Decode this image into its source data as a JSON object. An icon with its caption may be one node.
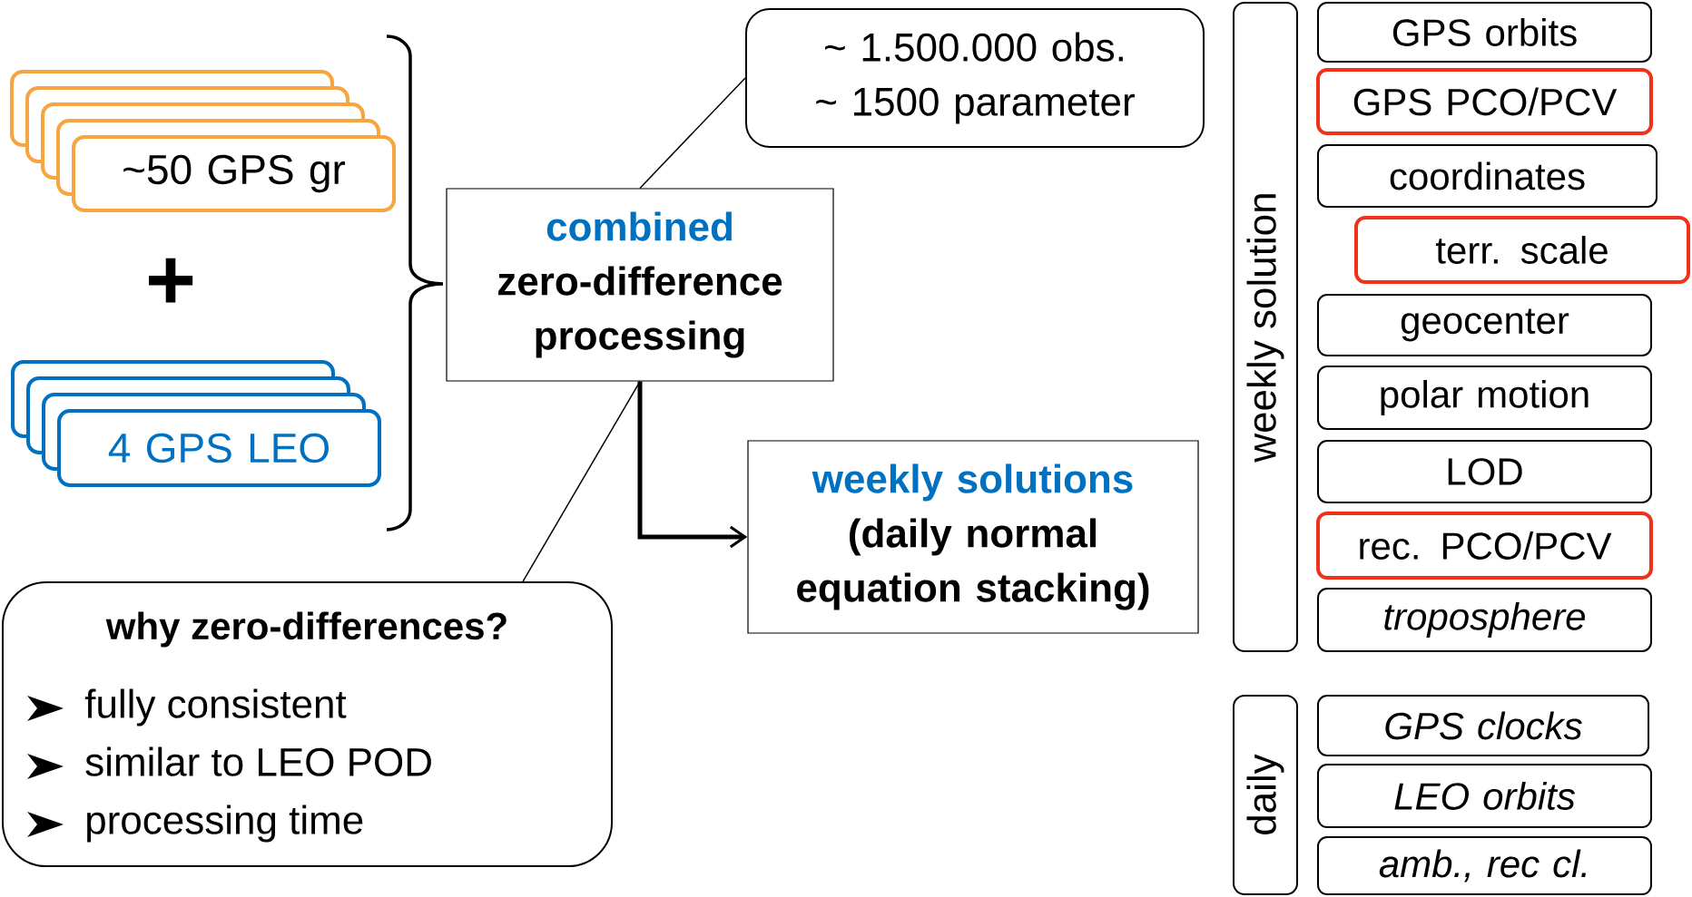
{
  "diagram": {
    "nodes": [
      {
        "text": [
          "~50 GPS gr"
        ]
      },
      {
        "text": [
          "4 GPS LEO"
        ]
      },
      {
        "text": [
          "combined",
          "zero-difference processing"
        ]
      },
      {
        "text": [
          "~ 1.500.000 obs.",
          "~ 1500 parameter"
        ]
      },
      {
        "text": [
          "weekly solutions",
          "(daily normal equation stacking)"
        ]
      },
      {
        "text": [
          "why zero-differences?",
          "fully consistent",
          "similar to LEO POD",
          "processing time"
        ]
      },
      {
        "text": [
          "weekly solution"
        ]
      },
      {
        "text": [
          "GPS orbits"
        ]
      },
      {
        "text": [
          "GPS PCO/PCV"
        ]
      },
      {
        "text": [
          "coordinates"
        ]
      },
      {
        "text": [
          "terr. scale"
        ]
      },
      {
        "text": [
          "geocenter"
        ]
      },
      {
        "text": [
          "polar motion"
        ]
      },
      {
        "text": [
          "LOD"
        ]
      },
      {
        "text": [
          "rec. PCO/PCV"
        ]
      },
      {
        "text": [
          "troposphere"
        ]
      },
      {
        "text": [
          "daily"
        ]
      },
      {
        "text": [
          "GPS clocks"
        ]
      },
      {
        "text": [
          "LEO orbits"
        ]
      },
      {
        "text": [
          "amb., rec cl."
        ]
      }
    ],
    "edges": [
      {
        "from": 2,
        "to": 3,
        "arrow": "none"
      },
      {
        "from": 2,
        "to": 5,
        "arrow": "none"
      },
      {
        "from": 2,
        "to": 4,
        "arrow": "to",
        "style": "thick"
      }
    ],
    "labels": [
      "+"
    ]
  }
}
